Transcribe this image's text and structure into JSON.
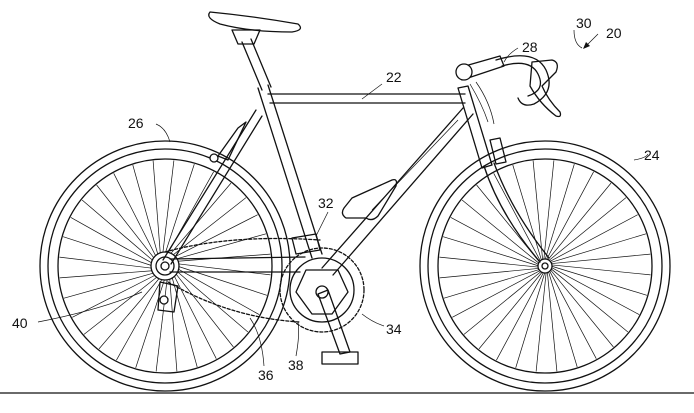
{
  "figure": {
    "reference_labels": [
      {
        "id": "20",
        "text": "20"
      },
      {
        "id": "22",
        "text": "22"
      },
      {
        "id": "24",
        "text": "24"
      },
      {
        "id": "26",
        "text": "26"
      },
      {
        "id": "28",
        "text": "28"
      },
      {
        "id": "30",
        "text": "30"
      },
      {
        "id": "32",
        "text": "32"
      },
      {
        "id": "34",
        "text": "34"
      },
      {
        "id": "36",
        "text": "36"
      },
      {
        "id": "38",
        "text": "38"
      },
      {
        "id": "40",
        "text": "40"
      }
    ],
    "wheel_spoke_count": 32,
    "line_color": "#111111",
    "background_color": "#ffffff"
  }
}
